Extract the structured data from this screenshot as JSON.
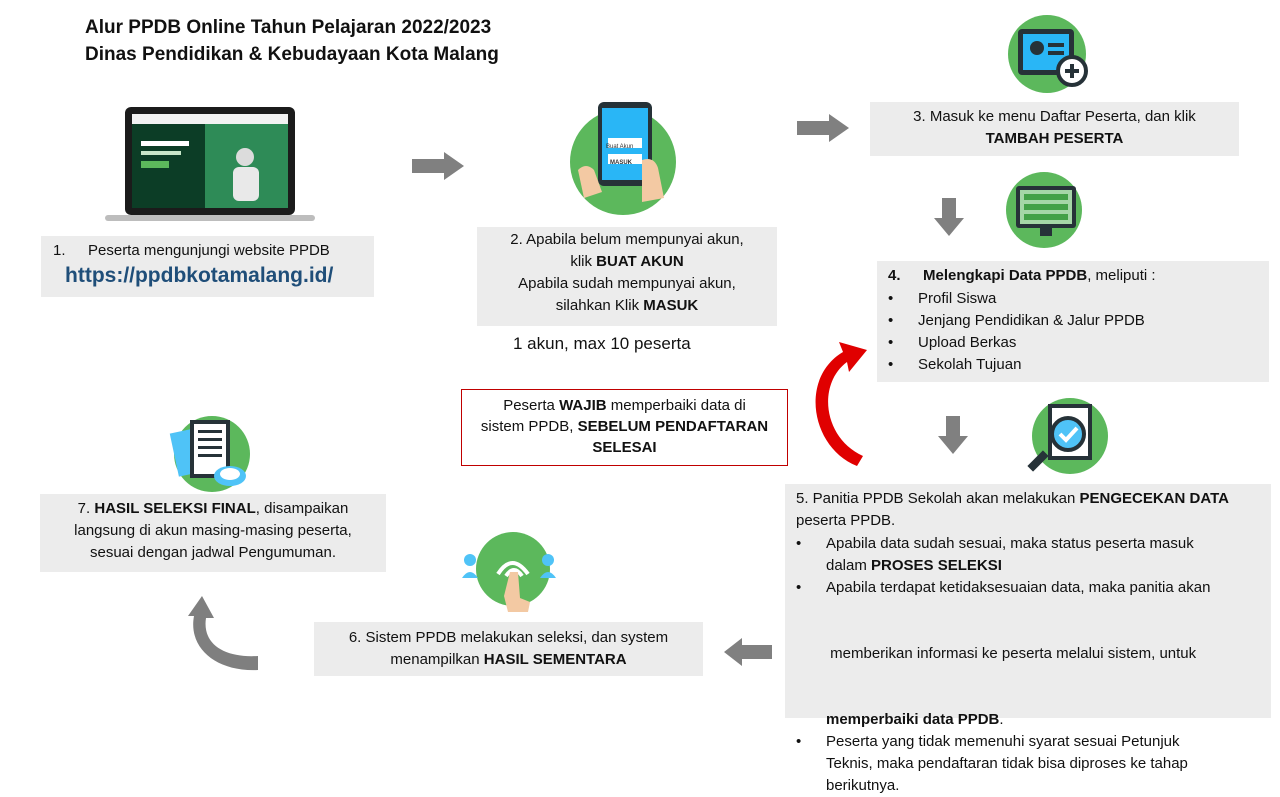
{
  "title": {
    "line1": "Alur PPDB Online Tahun Pelajaran 2022/2023",
    "line2": "Dinas Pendidikan & Kebudayaan Kota Malang"
  },
  "step1": {
    "number": "1.",
    "text": "Peserta mengunjungi website PPDB",
    "url": "https://ppdbkotamalang.id/"
  },
  "step2": {
    "l1": "2. Apabila belum mempunyai akun,",
    "l2a": "klik ",
    "l2b": "BUAT AKUN",
    "l3": "Apabila sudah mempunyai akun,",
    "l4a": "silahkan Klik ",
    "l4b": "MASUK",
    "note": "1 akun, max 10 peserta",
    "btn_new": "Buat Akun",
    "btn_login": "MASUK"
  },
  "step3": {
    "l1": "3. Masuk ke menu Daftar Peserta, dan klik",
    "l2": "TAMBAH PESERTA"
  },
  "step4": {
    "num": "4.",
    "heading": "Melengkapi Data PPDB",
    "suffix": ", meliputi :",
    "bullet": "•",
    "items": [
      "Profil Siswa",
      "Jenjang Pendidikan & Jalur PPDB",
      "Upload Berkas",
      "Sekolah Tujuan"
    ]
  },
  "warning": {
    "a": "Peserta ",
    "b": "WAJIB",
    "c": " memperbaiki data di",
    "d": "sistem PPDB, ",
    "e": "SEBELUM PENDAFTARAN",
    "f": "SELESAI"
  },
  "step5": {
    "a": "5. Panitia PPDB Sekolah akan melakukan ",
    "b": "PENGECEKAN DATA",
    "c": "peserta PPDB.",
    "bullet": "•",
    "i1a": "Apabila data sudah sesuai, maka status peserta masuk",
    "i1b": "dalam ",
    "i1c": "PROSES SELEKSI",
    "i2a": "Apabila terdapat ketidaksesuaian data, maka panitia akan",
    "i2b": " memberikan informasi ke peserta melalui sistem, untuk",
    "i2c": "memperbaiki data PPDB",
    "i2d": ".",
    "i3a": "Peserta yang tidak memenuhi syarat sesuai Petunjuk",
    "i3b": "Teknis, maka pendaftaran tidak bisa diproses ke tahap",
    "i3c": "berikutnya."
  },
  "step6": {
    "l1": "6. Sistem PPDB melakukan seleksi, dan system",
    "l2a": "menampilkan ",
    "l2b": "HASIL SEMENTARA"
  },
  "step7": {
    "a": "7. ",
    "b": "HASIL SELEKSI FINAL",
    "c": ", disampaikan",
    "l2": "langsung di akun masing-masing peserta,",
    "l3": "sesuai dengan jadwal Pengumuman."
  },
  "colors": {
    "green": "#5cb85c",
    "panel": "#ececec",
    "arrow": "#808080",
    "red": "#e00000",
    "link": "#1f4e79"
  }
}
